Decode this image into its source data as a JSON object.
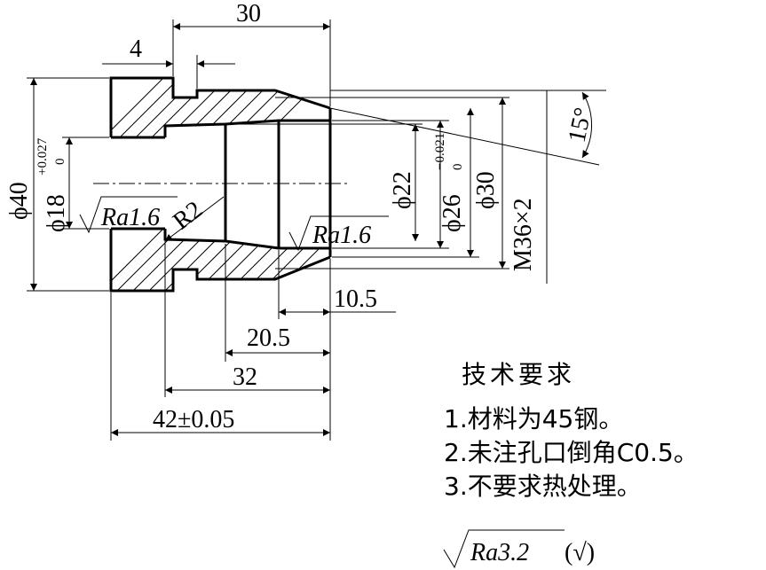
{
  "dimensions": {
    "total_length": "42±0.05",
    "bore_depth_32": "32",
    "step_20_5": "20.5",
    "thread_length": "10.5",
    "groove_position": "30",
    "groove_width": "4"
  },
  "diameters": {
    "outer": "ϕ40",
    "left_bore": "ϕ18",
    "left_bore_tol_upper": "+0.027",
    "left_bore_tol_lower": "0",
    "bore_22": "ϕ22",
    "bore_26": "ϕ26",
    "bore_26_tol_upper": "−0.021",
    "bore_26_tol_lower": "0",
    "cone_30": "ϕ30",
    "thread": "M36×2"
  },
  "angle": "15°",
  "radius": "R2",
  "roughness": {
    "left_bore": "Ra1.6",
    "middle_bore": "Ra1.6"
  },
  "technical_requirements": {
    "title": "技术要求",
    "items": [
      "1.材料为45钢。",
      "2.未注孔口倒角C0.5。",
      "3.不要求热处理。"
    ],
    "general_roughness": "Ra3.2",
    "general_roughness_suffix": "(√)"
  }
}
